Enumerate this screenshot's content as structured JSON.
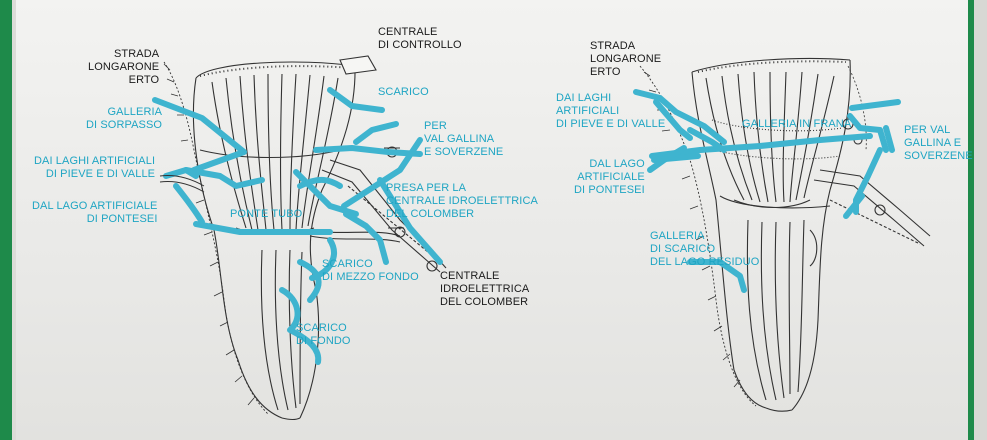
{
  "colors": {
    "frame_green": "#1e8a4a",
    "gallery_blue": "#3fb4cf",
    "label_blue": "#1fa5c3",
    "ink": "#222222"
  },
  "left_diagram": {
    "strada": "STRADA\nLONGARONE\nERTO",
    "centrale_controllo": "CENTRALE\nDI CONTROLLO",
    "galleria_sorpasso": "GALLERIA\nDI SORPASSO",
    "scarico": "SCARICO",
    "val_gallina": "PER\nVAL GALLINA\nE SOVERZENE",
    "laghi": "DAI LAGHI ARTIFICIALI\nDI PIEVE E DI VALLE",
    "presa": "PRESA PER LA\nCENTRALE IDROELETTRICA\nDEL COLOMBER",
    "pontesei": "DAL LAGO ARTIFICIALE\nDI PONTESEI",
    "ponte_tubo": "PONTE TUBO",
    "mezzo_fondo": "SCARICO\nDI MEZZO FONDO",
    "centrale_colomber": "CENTRALE\nIDROELETTRICA\nDEL COLOMBER",
    "scarico_fondo": "SCARICO\nDI FONDO"
  },
  "right_diagram": {
    "strada": "STRADA\nLONGARONE\nERTO",
    "laghi": "DAI LAGHI\nARTIFICIALI\nDI PIEVE E DI VALLE",
    "galleria_frana": "GALLERIA IN FRANA",
    "val_gallina": "PER VAL\nGALLINA E\nSOVERZENE",
    "pontesei": "DAL LAGO\nARTIFICIALE\nDI PONTESEI",
    "scarico_lago": "GALLERIA\nDI SCARICO\nDEL LAGO RESIDUO"
  }
}
